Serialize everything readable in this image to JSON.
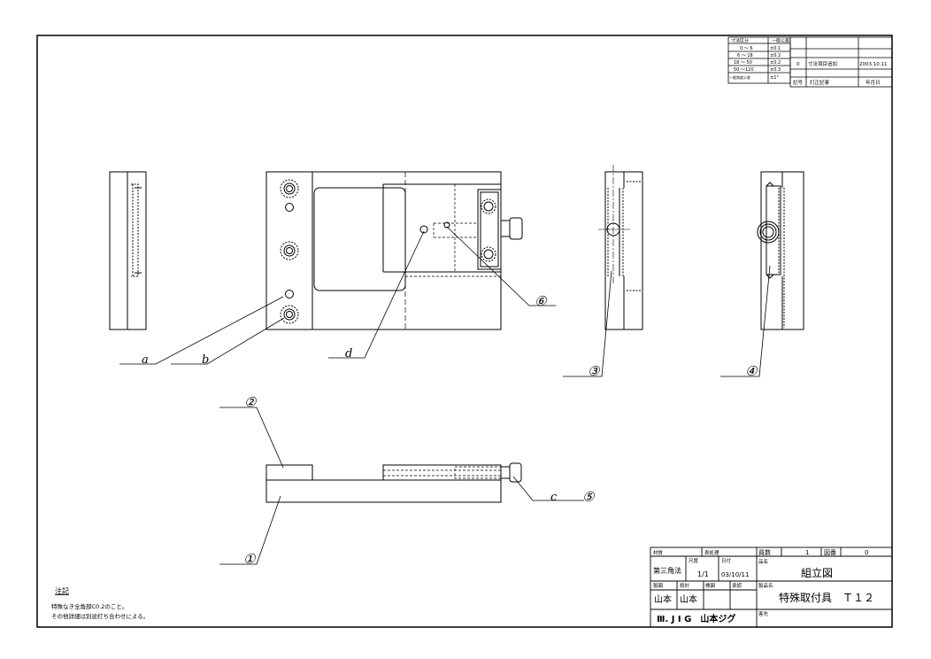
{
  "tolerance_table": {
    "header": [
      "寸法区分",
      "一般公差"
    ],
    "rows": [
      [
        "0 ～ 6",
        "±0.1"
      ],
      [
        "6 ～ 18",
        "±0.2"
      ],
      [
        "18 ～ 50",
        "±0.2"
      ],
      [
        "50 ～120",
        "±0.3"
      ],
      [
        "一般角度公差",
        "±1°"
      ]
    ]
  },
  "revision_table": {
    "rows": [
      {
        "mark": "",
        "content": "",
        "date": ""
      },
      {
        "mark": "",
        "content": "",
        "date": ""
      },
      {
        "mark": "0",
        "content": "寸法項目追加",
        "date": "2003.10.11"
      }
    ],
    "header": {
      "mark": "記号",
      "content": "訂正記事",
      "date": "年月日"
    }
  },
  "callouts": {
    "a": "a",
    "b": "b",
    "c": "c",
    "d": "d",
    "n1": "①",
    "n2": "②",
    "n3": "③",
    "n4": "④",
    "n5": "⑤",
    "n6": "⑥"
  },
  "notes": {
    "title": "注記",
    "line1": "特殊なき全角部C0.2のこと。",
    "line2": "その他詳細は別途打ち合わせによる。"
  },
  "title_block": {
    "material_label": "材質",
    "surface_label": "表処理",
    "qty_label": "員数",
    "qty_value": "1",
    "drawing_no_label": "図番",
    "drawing_no_value": "0",
    "projection": "第三角法",
    "scale_label": "尺度",
    "scale_value": "1/1",
    "date_label": "日付",
    "date_value": "03/10/11",
    "part_name_label": "品名",
    "part_name_value": "組立図",
    "drawn_label": "製図",
    "design_label": "設計",
    "check_label": "検図",
    "approve_label": "承認",
    "drawn_value": "山本",
    "design_value": "山本",
    "product_name_label": "製品名",
    "product_name_value": "特殊取付具　Ｔ１２",
    "company": "Ⅲ. J I G　山本ジグ",
    "customer_label": "客先"
  }
}
